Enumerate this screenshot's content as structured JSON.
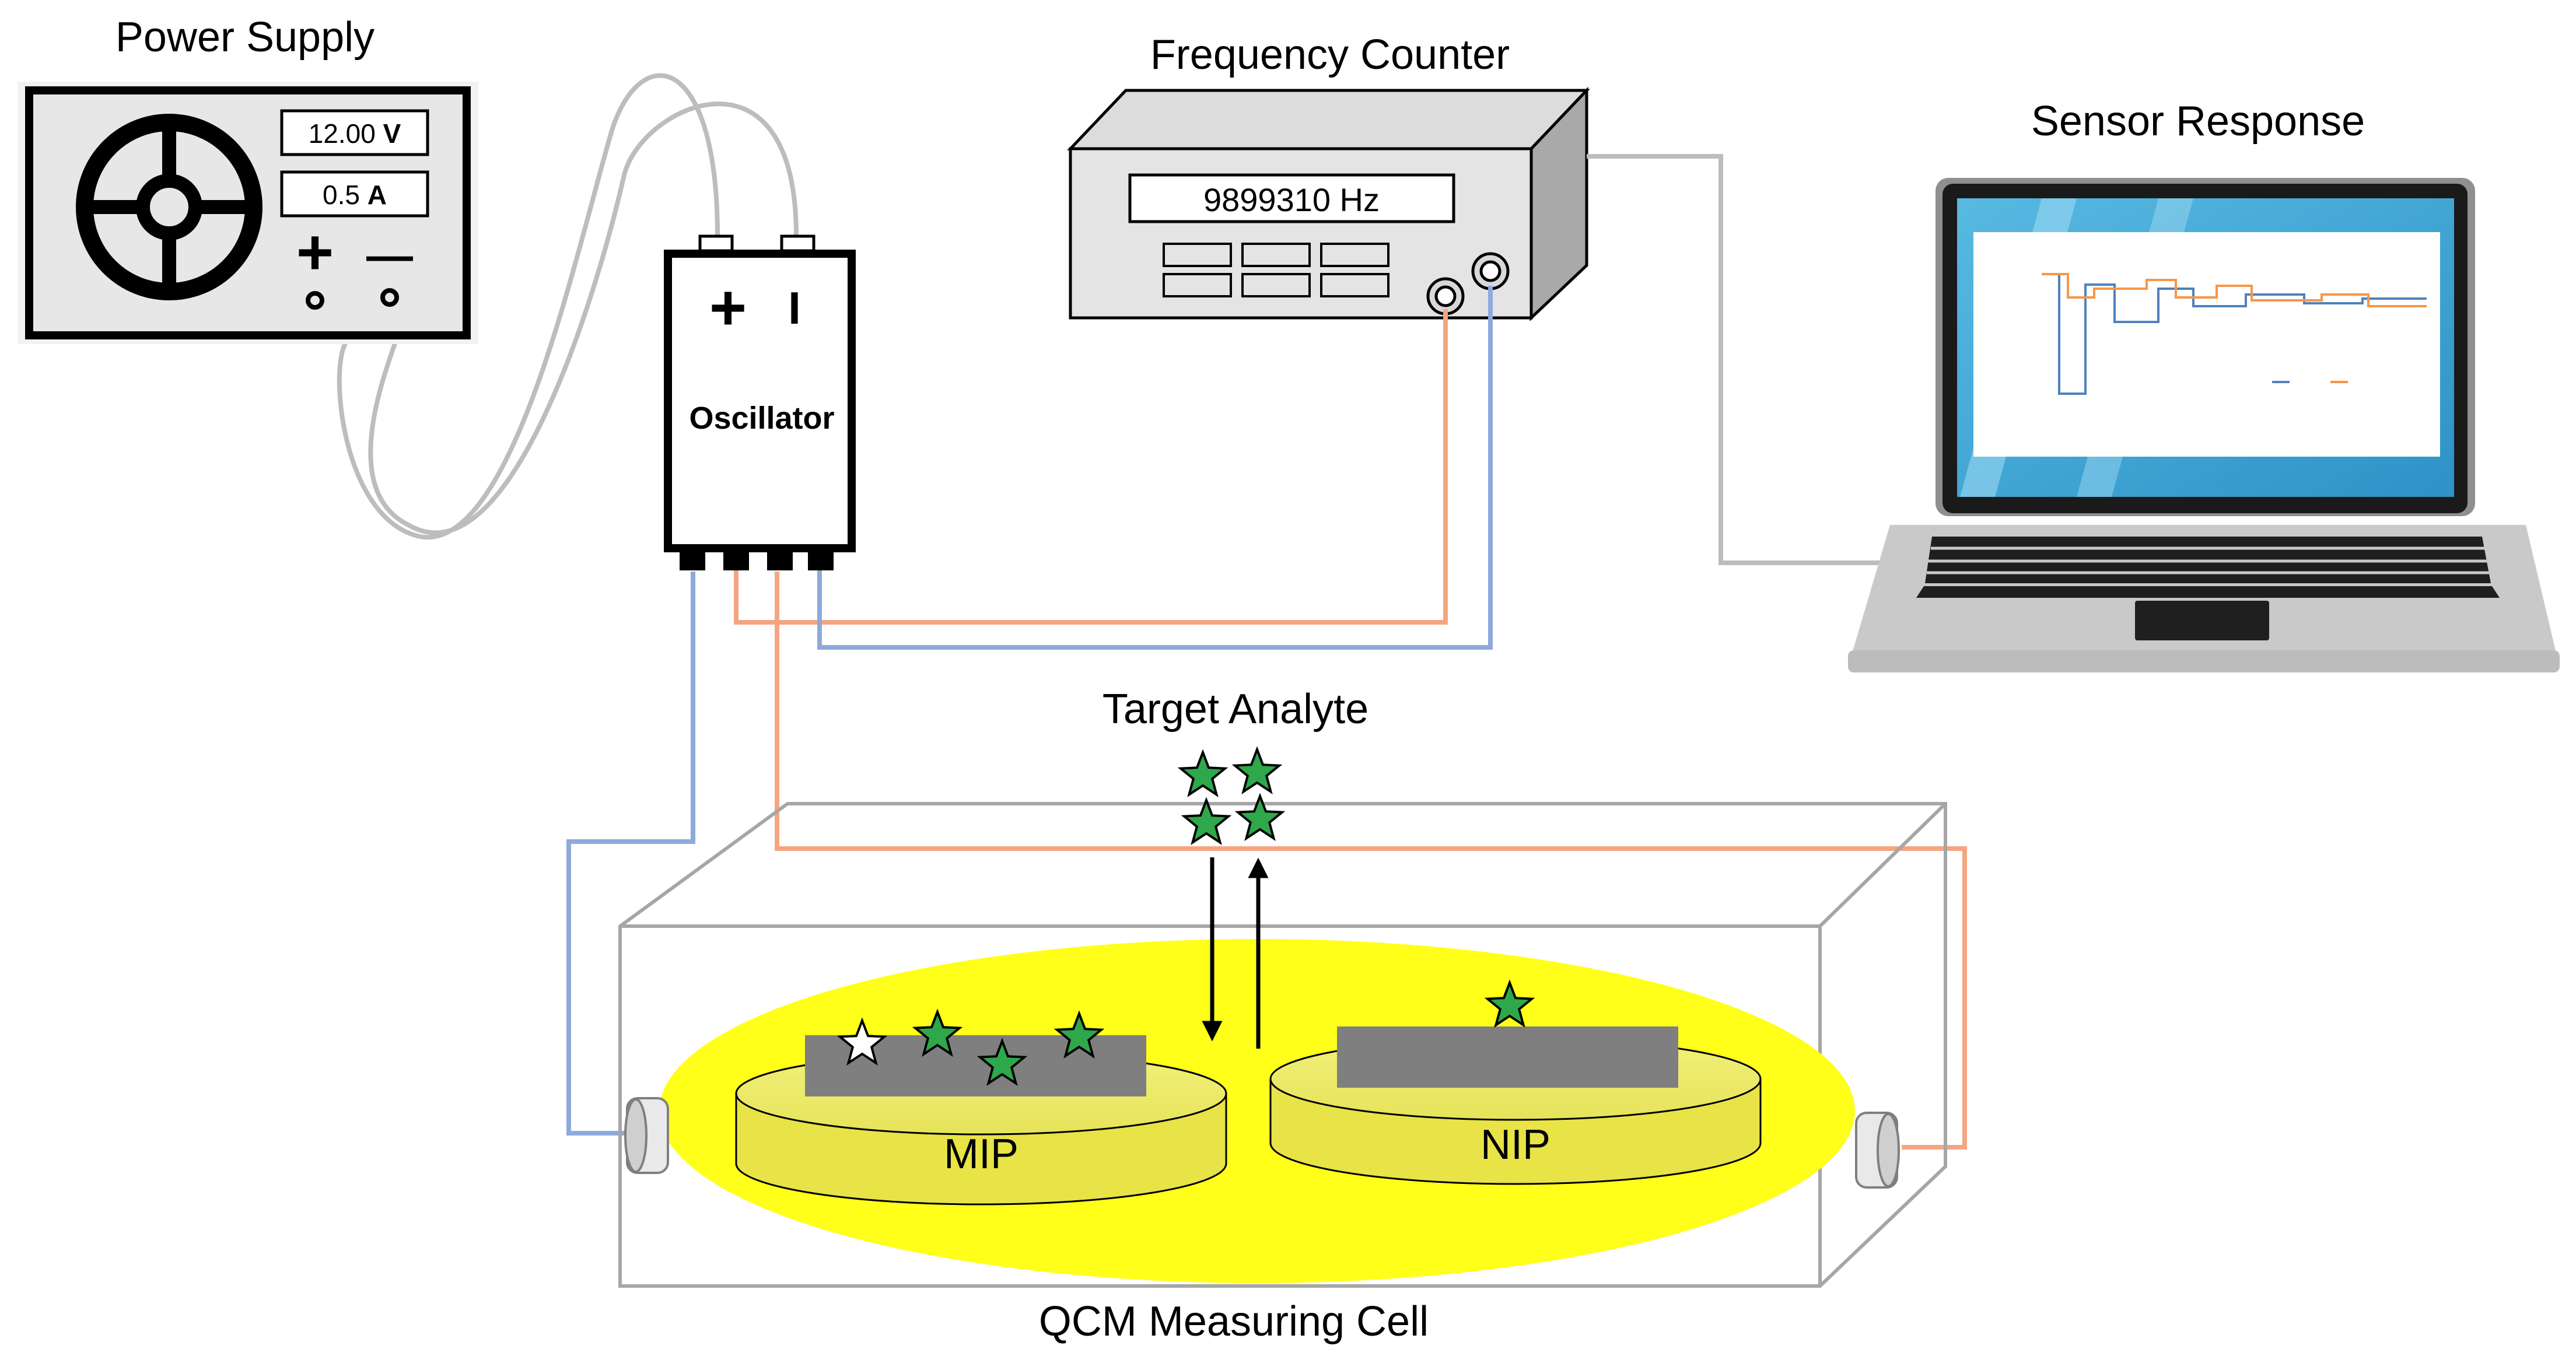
{
  "labels": {
    "power_supply": "Power Supply",
    "frequency_counter": "Frequency Counter",
    "sensor_response": "Sensor Response",
    "oscillator": "Oscillator",
    "target_analyte": "Target Analyte",
    "mip": "MIP",
    "nip": "NIP",
    "cell": "QCM Measuring Cell"
  },
  "power_supply": {
    "voltage_value": "12.00",
    "voltage_unit": "V",
    "current_value": "0.5",
    "current_unit": "A",
    "plus_symbol": "+",
    "minus_symbol": "—"
  },
  "oscillator": {
    "plus_symbol": "+",
    "minus_symbol": "I"
  },
  "frequency_counter": {
    "display": "9899310 Hz"
  },
  "colors": {
    "orange_wire": "#F4A582",
    "blue_wire": "#8EAADB",
    "grey_wire": "#BDBDBD",
    "solution": "#FFFF1A",
    "star_green": "#2EA84B",
    "star_white": "#FFFFFF",
    "screen_bg": "#3FA7D6"
  },
  "icons": [
    "star-icon",
    "arrow-down-icon",
    "arrow-up-icon",
    "dial-icon"
  ]
}
